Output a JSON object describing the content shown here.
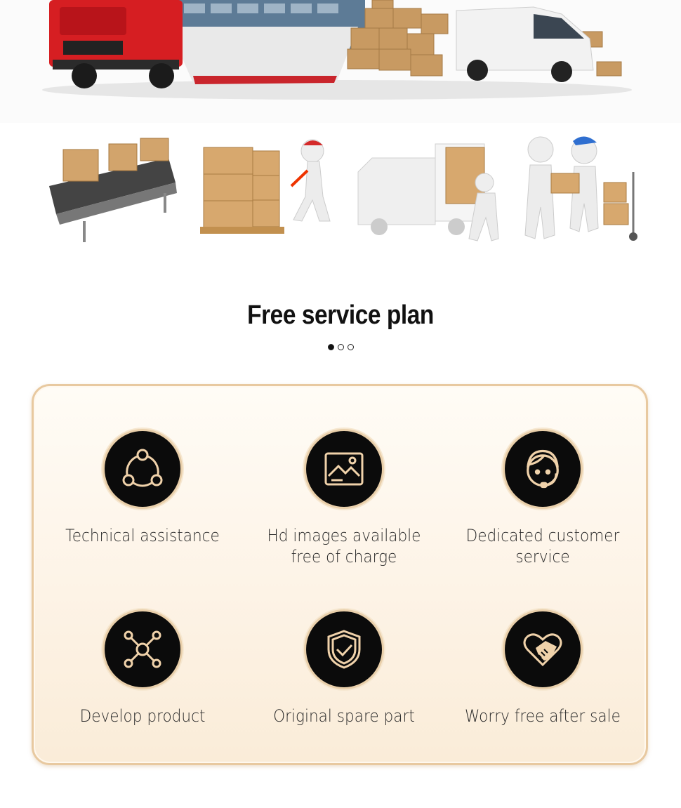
{
  "section": {
    "title": "Free service plan",
    "pager": [
      "active",
      "inactive",
      "inactive"
    ]
  },
  "services": [
    {
      "label": "Technical assistance",
      "icon": "network-triangle-icon"
    },
    {
      "label": "Hd images available free of charge",
      "icon": "image-icon"
    },
    {
      "label": "Dedicated customer service",
      "icon": "headset-agent-icon"
    },
    {
      "label": "Develop product",
      "icon": "hub-nodes-icon"
    },
    {
      "label": "Original spare part",
      "icon": "shield-check-icon"
    },
    {
      "label": "Worry free after sale",
      "icon": "handshake-heart-icon"
    }
  ],
  "colors": {
    "icon_bg": "#0b0b0b",
    "icon_stroke": "#f0d2aa",
    "panel_border": "#e8c9a0"
  }
}
